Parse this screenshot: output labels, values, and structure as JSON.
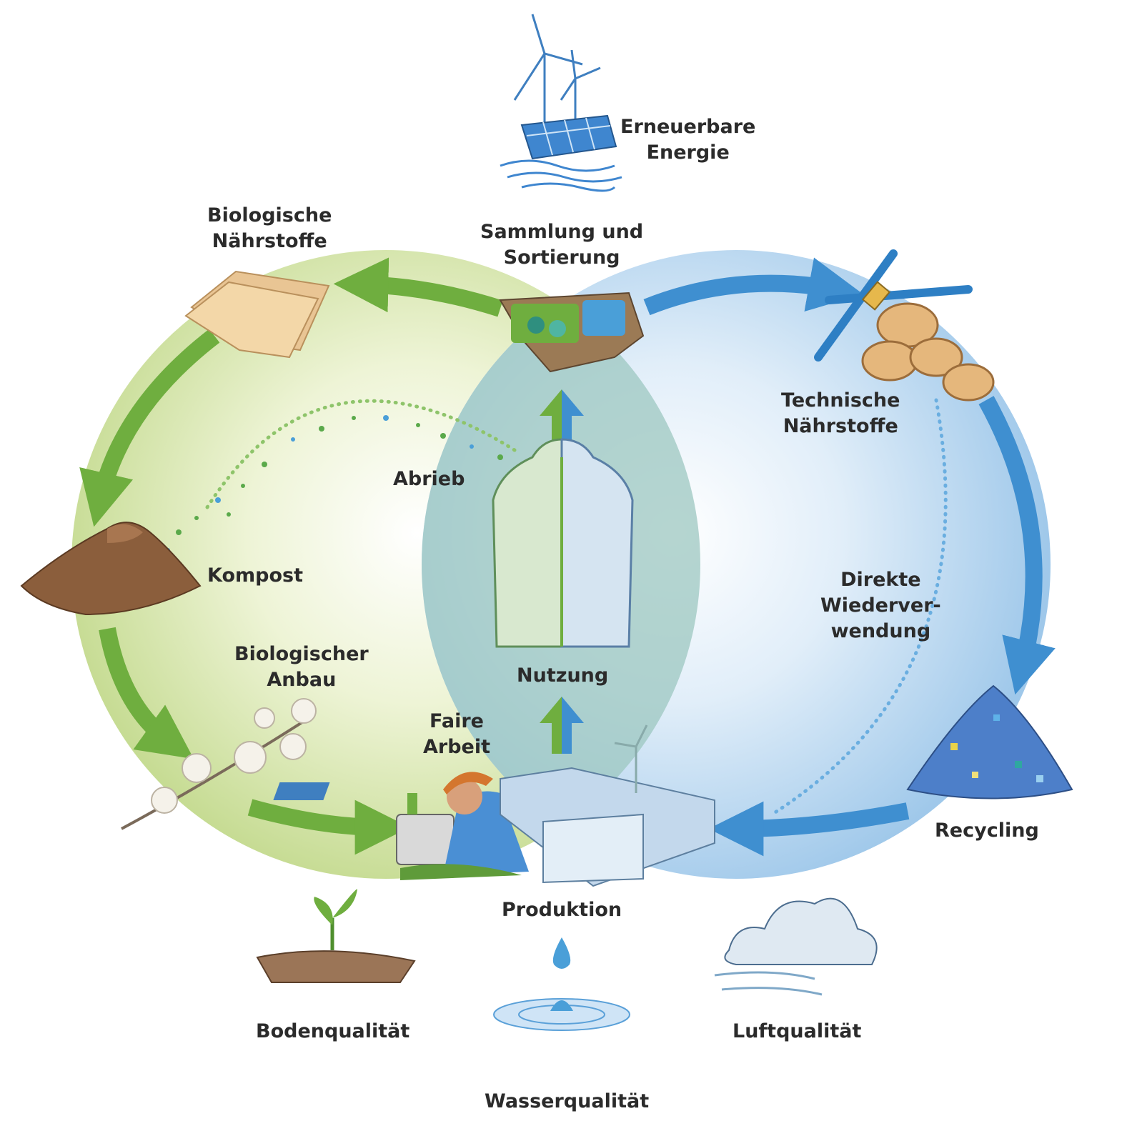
{
  "colors": {
    "biological_circle": "#c9dd95",
    "technical_circle": "#a9cdea",
    "overlap": "#9fc6b8",
    "green_arrow": "#6fae3f",
    "blue_arrow": "#3f8fd0",
    "text": "#2b2b2b"
  },
  "labels": {
    "erneuerbare": [
      "Erneuerbare",
      "Energie"
    ],
    "bio_naehrstoffe": [
      "Biologische",
      "Nährstoffe"
    ],
    "sammlung": [
      "Sammlung und",
      "Sortierung"
    ],
    "tech_naehrstoffe": [
      "Technische",
      "Nährstoffe"
    ],
    "abrieb": "Abrieb",
    "kompost": "Kompost",
    "direkte": [
      "Direkte",
      "Wiederver-",
      "wendung"
    ],
    "nutzung": "Nutzung",
    "bio_anbau": [
      "Biologischer",
      "Anbau"
    ],
    "faire_arbeit": [
      "Faire",
      "Arbeit"
    ],
    "recycling": "Recycling",
    "produktion": "Produktion",
    "bodenqualitaet": "Bodenqualität",
    "luftqualitaet": "Luftqualität",
    "wasserqualitaet": "Wasserqualität"
  },
  "icons": [
    "wind-turbine-icon",
    "solar-panel-icon",
    "water-waves-icon",
    "fabric-sheets-icon",
    "sorting-box-icon",
    "zipper-icon",
    "buttons-icon",
    "compost-heap-icon",
    "jacket-icon",
    "cotton-branch-icon",
    "seamstress-icon",
    "factory-icon",
    "recycling-pile-icon",
    "seedling-icon",
    "water-drop-icon",
    "cloud-icon"
  ]
}
